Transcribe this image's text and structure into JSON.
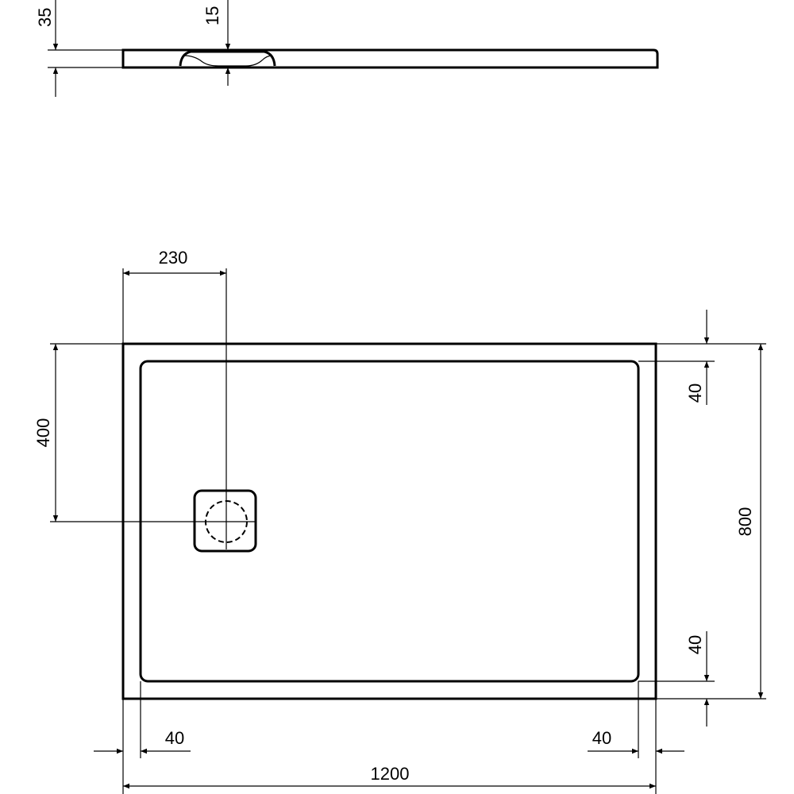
{
  "drawing": {
    "side_view": {
      "height_dim": "35",
      "drain_depth_dim": "15"
    },
    "plan_view": {
      "drain_x_dim": "230",
      "drain_y_dim": "400",
      "rim_top_dim": "40",
      "rim_bottom_dim": "40",
      "depth_dim": "800",
      "rim_left_dim": "40",
      "rim_right_dim": "40",
      "width_dim": "1200"
    },
    "line_color": "#000000",
    "background": "#ffffff"
  }
}
